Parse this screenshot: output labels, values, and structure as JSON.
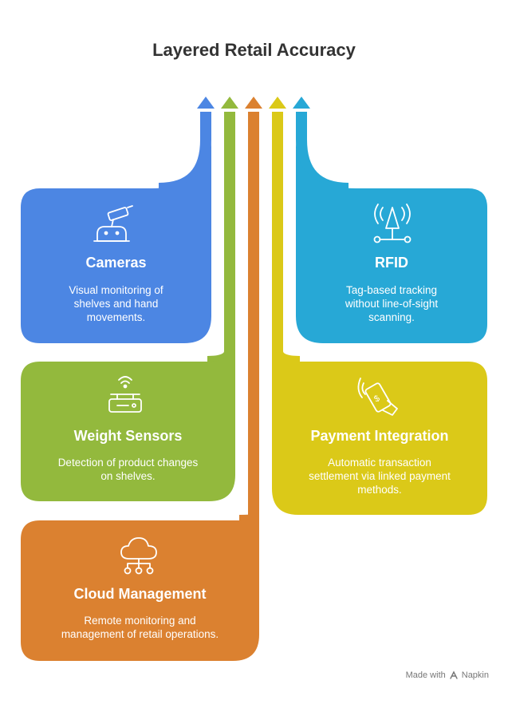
{
  "title": "Layered Retail Accuracy",
  "colors": {
    "blue": "#4c86e3",
    "green": "#93b93d",
    "orange": "#db8130",
    "yellow": "#dbc918",
    "cyan": "#27a8d6"
  },
  "cards": [
    {
      "key": "cameras",
      "title": "Cameras",
      "icon": "security-camera-icon",
      "color": "blue",
      "desc": [
        "Visual monitoring of",
        "shelves and hand",
        "movements."
      ]
    },
    {
      "key": "rfid",
      "title": "RFID",
      "icon": "rfid-antenna-icon",
      "color": "cyan",
      "desc": [
        "Tag-based tracking",
        "without line-of-sight",
        "scanning."
      ]
    },
    {
      "key": "weight",
      "title": "Weight Sensors",
      "icon": "scale-icon",
      "color": "green",
      "desc": [
        "Detection of product changes",
        "on shelves."
      ]
    },
    {
      "key": "payment",
      "title": "Payment Integration",
      "icon": "contactless-payment-icon",
      "color": "yellow",
      "desc": [
        "Automatic transaction",
        "settlement via linked payment",
        "methods."
      ]
    },
    {
      "key": "cloud",
      "title": "Cloud Management",
      "icon": "cloud-network-icon",
      "color": "orange",
      "desc": [
        "Remote monitoring and",
        "management of retail operations."
      ]
    }
  ],
  "footer": {
    "prefix": "Made with",
    "brand": "Napkin"
  }
}
